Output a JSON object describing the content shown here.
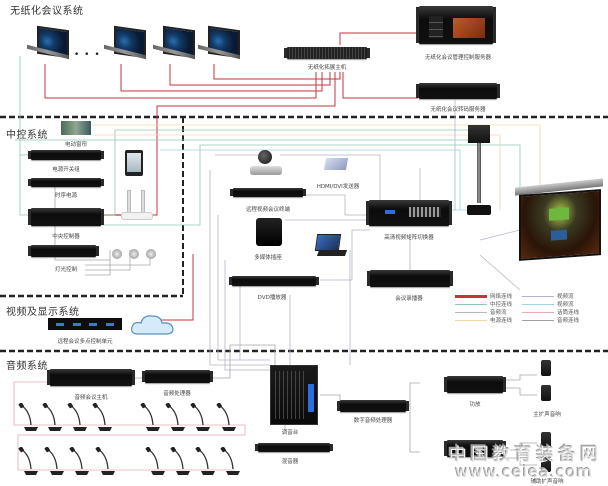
{
  "sections": {
    "paperless": "无纸化会议系统",
    "central_control": "中控系统",
    "video_display": "视频及显示系统",
    "audio": "音频系统"
  },
  "devices": {
    "paperless_host": "无纸化拓展主机",
    "paperless_mgmt_server": "无纸化会议管理控制服务器",
    "paperless_transcode_server": "无纸化会议转码服务器",
    "electric_curtain": "电动窗帘",
    "power_switch_box": "电源开关组",
    "sequencer_power": "时序电源",
    "central_controller": "中央控制器",
    "lighting_control": "灯光控制",
    "video_conf_terminal": "远程视频会议终端",
    "hdmi_dvi_transmitter": "HDMI/DVI发送器",
    "multimedia_socket": "多媒体插座",
    "hd_matrix_switcher": "高清视频矩阵切换器",
    "dvd_player": "DVD播放器",
    "conf_recorder": "会议录播器",
    "mcu": "远程会议多点控制单元",
    "audio_conf_host": "音频会议主机",
    "audio_processor": "音频处理器",
    "mixer": "调音台",
    "feedback_suppressor": "混音器",
    "digital_audio_processor": "数字音频处理器",
    "amplifier": "功放",
    "main_speakers": "主扩声音响",
    "aux_speakers": "辅助扩声音响",
    "ellipsis": "• • •"
  },
  "legend": [
    {
      "label": "网络连线",
      "color": "#c8333a"
    },
    {
      "label": "中控连线",
      "color": "#8cc9b4"
    },
    {
      "label": "音频流",
      "color": "#b8b8b8"
    },
    {
      "label": "电源连线",
      "color": "#f1d7a8"
    },
    {
      "label": "视频流",
      "color": "#b4b4c8"
    },
    {
      "label": "视频流",
      "color": "#9fd2e6"
    },
    {
      "label": "话筒连线",
      "color": "#e8a9b4"
    },
    {
      "label": "音频连线",
      "color": "#a0a0a0"
    }
  ],
  "watermark": {
    "cn": "中国教育装备网",
    "url": "www.ceiea.com"
  }
}
